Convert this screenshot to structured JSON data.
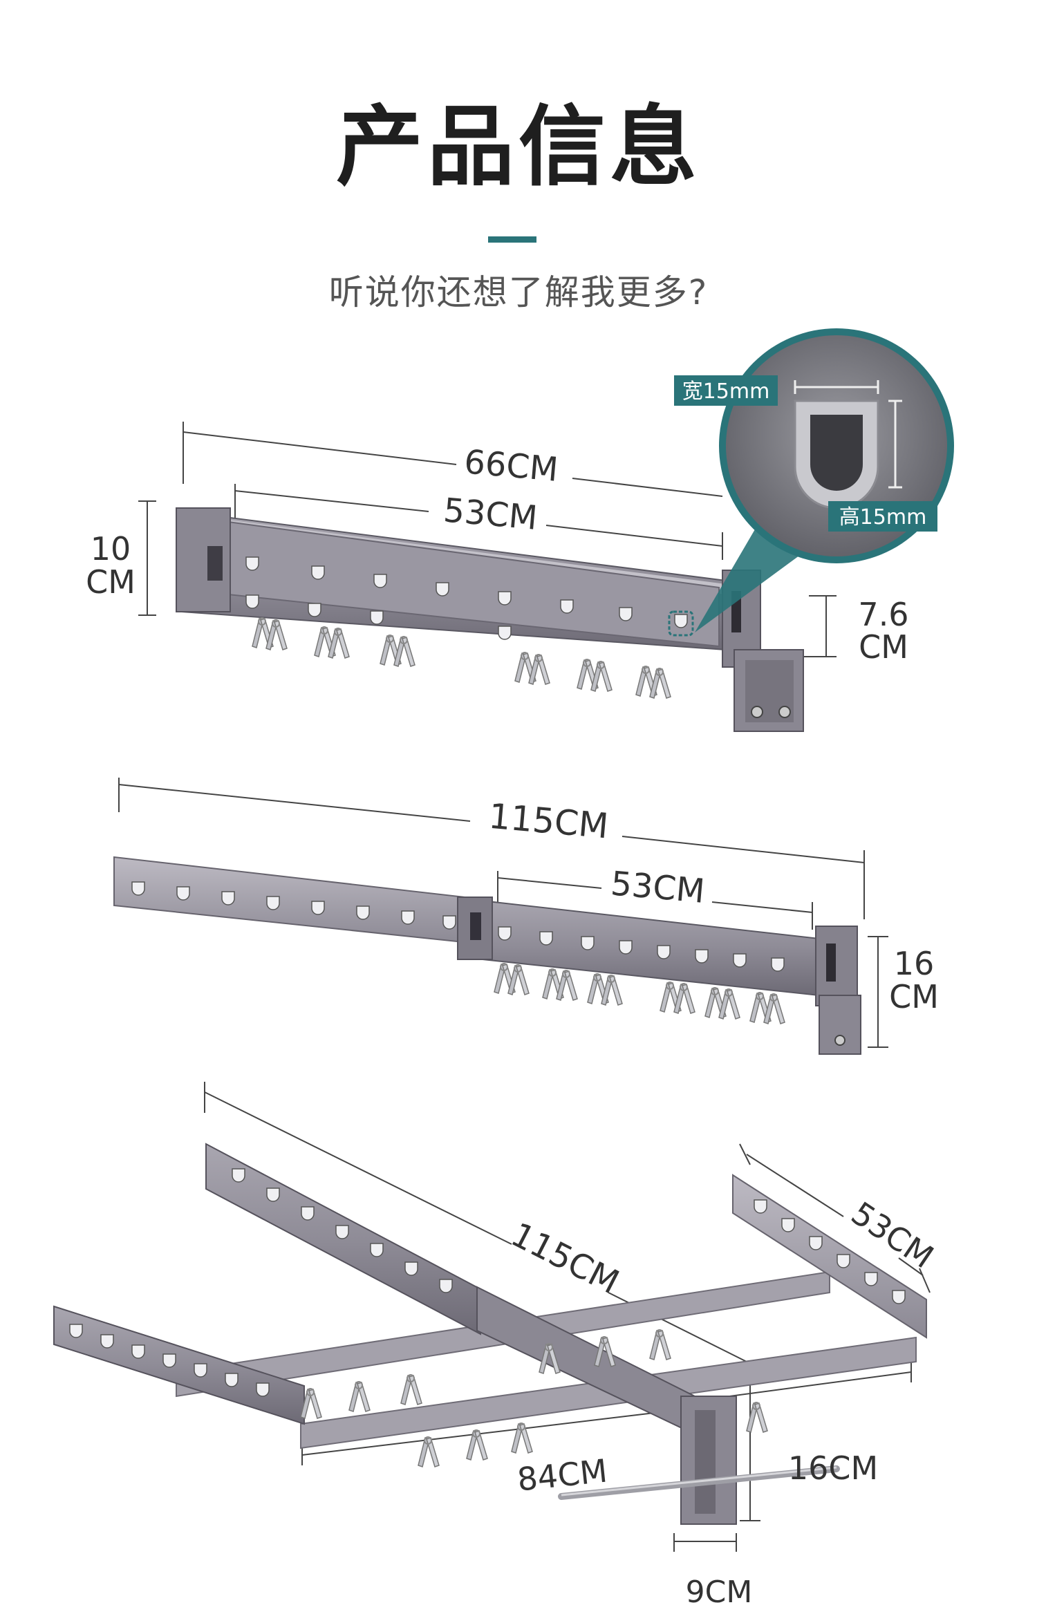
{
  "header": {
    "title": "产品信息",
    "subtitle": "听说你还想了解我更多?"
  },
  "figure1": {
    "overall_width": "66CM",
    "inner_width": "53CM",
    "height_line1": "10",
    "height_line2": "CM",
    "bracket_line1": "7.6",
    "bracket_line2": "CM",
    "slot_width": "宽15mm",
    "slot_height": "高15mm"
  },
  "figure2": {
    "extended_width": "115CM",
    "inner_width": "53CM",
    "height_line1": "16",
    "height_line2": "CM"
  },
  "figure3": {
    "diagonal_length": "115CM",
    "arm_length": "53CM",
    "depth": "84CM",
    "height": "16CM",
    "base_width": "9CM"
  },
  "colors": {
    "accent": "#2a7479",
    "rack_silver": "#8e8b96",
    "rack_dark": "#5f5c66"
  }
}
